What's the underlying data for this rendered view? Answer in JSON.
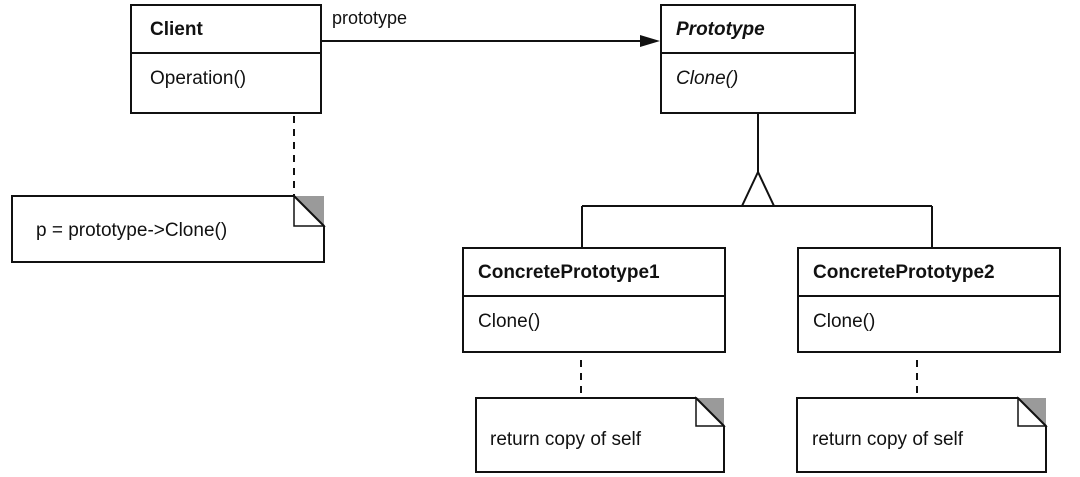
{
  "classes": {
    "client": {
      "name": "Client",
      "operation": "Operation()"
    },
    "prototype": {
      "name": "Prototype",
      "operation": "Clone()"
    },
    "concrete1": {
      "name": "ConcretePrototype1",
      "operation": "Clone()"
    },
    "concrete2": {
      "name": "ConcretePrototype2",
      "operation": "Clone()"
    }
  },
  "notes": {
    "client_note": "p = prototype->Clone()",
    "concrete1_note": "return copy of self",
    "concrete2_note": "return copy of self"
  },
  "association": {
    "label": "prototype"
  }
}
